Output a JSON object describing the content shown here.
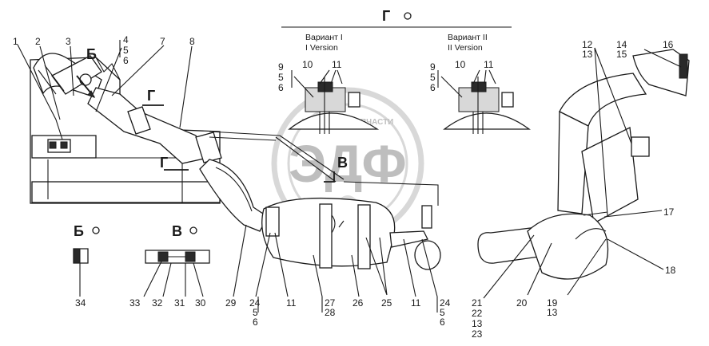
{
  "views": {
    "G": {
      "title": "Г",
      "variant1": [
        "Вариант I",
        "I Version"
      ],
      "variant2": [
        "Вариант II",
        "II Version"
      ]
    },
    "B_cyr": {
      "title": "Б"
    },
    "V_cyr": {
      "title": "В"
    },
    "arrow_B": "Б",
    "arrow_G1": "Г",
    "arrow_G2": "Г",
    "arrow_V": "В"
  },
  "watermark": {
    "logo": "ЭДФ",
    "ring_text": "ТЕХНИКА И ЗАПЧАСТИ"
  },
  "callouts": {
    "c1": "1",
    "c2": "2",
    "c3": "3",
    "c4": "4",
    "c5": "5",
    "c6": "6",
    "c7": "7",
    "c8": "8",
    "g9": "9",
    "g5": "5",
    "g6": "6",
    "g10": "10",
    "g11": "11",
    "h9": "9",
    "h5": "5",
    "h6": "6",
    "h10": "10",
    "h11": "11",
    "r12": "12",
    "r13": "13",
    "r14": "14",
    "r15": "15",
    "r16": "16",
    "r17": "17",
    "r18": "18",
    "r19": "19",
    "r13b": "13",
    "r20": "20",
    "r21": "21",
    "r22": "22",
    "r13c": "13",
    "r23": "23",
    "b34": "34",
    "v33": "33",
    "v32": "32",
    "v31": "31",
    "v30": "30",
    "m29": "29",
    "m24a": "24",
    "m5a": "5",
    "m6a": "6",
    "m11a": "11",
    "m27": "27",
    "m28": "28",
    "m26": "26",
    "m25": "25",
    "m11b": "11",
    "m24b": "24",
    "m5b": "5",
    "m6b": "6"
  }
}
